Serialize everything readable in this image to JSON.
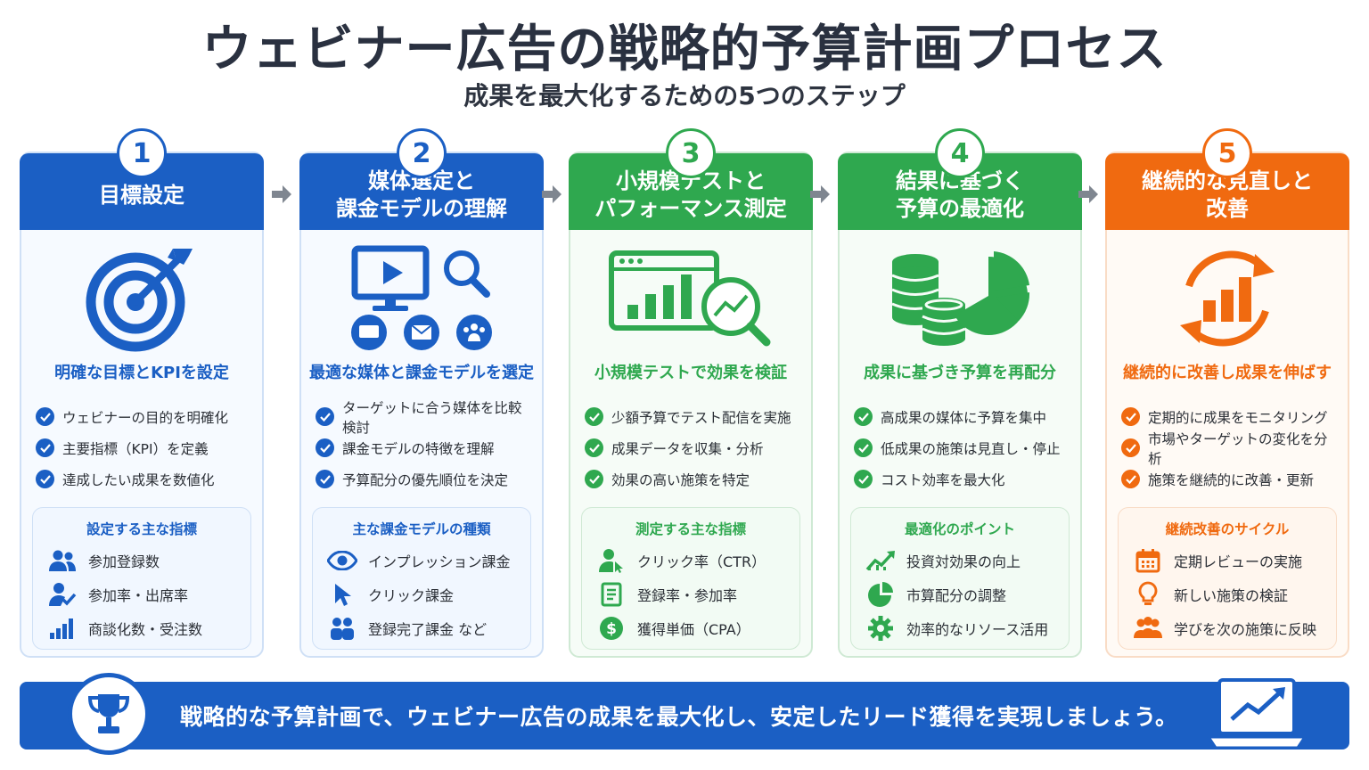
{
  "title": "ウェビナー広告の戦略的予算計画プロセス",
  "subtitle": "成果を最大化するための5つのステップ",
  "colors": {
    "blue": "#1b5fc4",
    "green": "#2fa84f",
    "orange": "#f06a10",
    "arrow": "#7f8690"
  },
  "steps": [
    {
      "number": "1",
      "title": "目標設定",
      "color": "blue",
      "icon": "target-icon",
      "subtitle": "明確な目標とKPIを設定",
      "checks": [
        "ウェビナーの目的を明確化",
        "主要指標（KPI）を定義",
        "達成したい成果を数値化"
      ],
      "box_title": "設定する主な指標",
      "box_items": [
        {
          "icon": "people-icon",
          "label": "参加登録数"
        },
        {
          "icon": "user-check-icon",
          "label": "参加率・出席率"
        },
        {
          "icon": "bar-chart-icon",
          "label": "商談化数・受注数"
        }
      ]
    },
    {
      "number": "2",
      "title": "媒体選定と\n課金モデルの理解",
      "color": "blue",
      "icon": "monitor-media-icon",
      "subtitle": "最適な媒体と課金モデルを選定",
      "checks": [
        "ターゲットに合う媒体を比較検討",
        "課金モデルの特徴を理解",
        "予算配分の優先順位を決定"
      ],
      "box_title": "主な課金モデルの種類",
      "box_items": [
        {
          "icon": "eye-icon",
          "label": "インプレッション課金"
        },
        {
          "icon": "cursor-icon",
          "label": "クリック課金"
        },
        {
          "icon": "people-icon",
          "label": "登録完了課金 など"
        }
      ]
    },
    {
      "number": "3",
      "title": "小規模テストと\nパフォーマンス測定",
      "color": "green",
      "icon": "analytics-magnifier-icon",
      "subtitle": "小規模テストで効果を検証",
      "checks": [
        "少額予算でテスト配信を実施",
        "成果データを収集・分析",
        "効果の高い施策を特定"
      ],
      "box_title": "測定する主な指標",
      "box_items": [
        {
          "icon": "user-click-icon",
          "label": "クリック率（CTR）"
        },
        {
          "icon": "document-icon",
          "label": "登録率・参加率"
        },
        {
          "icon": "dollar-icon",
          "label": "獲得単価（CPA）"
        }
      ]
    },
    {
      "number": "4",
      "title": "結果に基づく\n予算の最適化",
      "color": "green",
      "icon": "coins-pie-icon",
      "subtitle": "成果に基づき予算を再配分",
      "checks": [
        "高成果の媒体に予算を集中",
        "低成果の施策は見直し・停止",
        "コスト効率を最大化"
      ],
      "box_title": "最適化のポイント",
      "box_items": [
        {
          "icon": "trend-up-icon",
          "label": "投資対効果の向上"
        },
        {
          "icon": "pie-icon",
          "label": "市算配分の調整"
        },
        {
          "icon": "gear-icon",
          "label": "効率的なリソース活用"
        }
      ]
    },
    {
      "number": "5",
      "title": "継続的な見直しと\n改善",
      "color": "orange",
      "icon": "cycle-chart-icon",
      "subtitle": "継続的に改善し成果を伸ばす",
      "checks": [
        "定期的に成果をモニタリング",
        "市場やターゲットの変化を分析",
        "施策を継続的に改善・更新"
      ],
      "box_title": "継続改善のサイクル",
      "box_items": [
        {
          "icon": "calendar-icon",
          "label": "定期レビューの実施"
        },
        {
          "icon": "lightbulb-icon",
          "label": "新しい施策の検証"
        },
        {
          "icon": "people-icon",
          "label": "学びを次の施策に反映"
        }
      ]
    }
  ],
  "banner": {
    "text": "戦略的な予算計画で、ウェビナー広告の成果を最大化し、安定したリード獲得を実現しましょう。",
    "left_icon": "trophy-icon",
    "right_icon": "laptop-chart-icon"
  }
}
